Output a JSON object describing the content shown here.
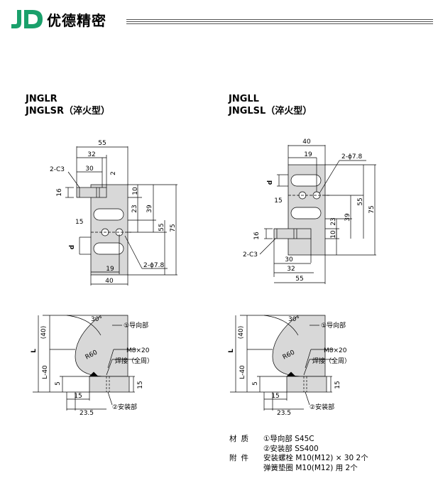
{
  "header": {
    "brand": "优德精密"
  },
  "left_title": {
    "line1": "JNGLR",
    "line2": "JNGLSR（淬火型）"
  },
  "right_title": {
    "line1": "JNGLL",
    "line2": "JNGLSL（淬火型）"
  },
  "left_top": {
    "d55": "55",
    "d32": "32",
    "d30": "30",
    "d2": "2",
    "chamfer": "2-C3",
    "d16": "16",
    "d10": "10",
    "d23": "23",
    "d39": "39",
    "d55v": "55",
    "d75": "75",
    "d15": "15",
    "d": "d",
    "d19": "19",
    "d40": "40",
    "holes": "2-ϕ7.8"
  },
  "right_top": {
    "d40": "40",
    "d19": "19",
    "holes": "2-ϕ7.8",
    "d": "d",
    "d15": "15",
    "d16": "16",
    "chamfer": "2-C3",
    "d30": "30",
    "d32": "32",
    "d55": "55",
    "d10": "10",
    "d23": "23",
    "d39": "39",
    "d55v": "55",
    "d75": "75"
  },
  "side": {
    "angle": "30°",
    "d40": "(40)",
    "L": "L",
    "L40": "L-40",
    "d5": "5",
    "R60": "R60",
    "guide": "①导向部",
    "bolt": "M8×20",
    "weld": "焊接（全周）",
    "d15v": "15",
    "d15": "15",
    "d235": "23.5",
    "mount": "②安装部"
  },
  "spec": {
    "material_key": "材质",
    "material_1": "①导向部 S45C",
    "material_2": "②安装部 SS400",
    "acc_key": "附件",
    "acc_1": "安装螺栓 M10(M12) × 30  2个",
    "acc_2": "弹簧垫圈 M10(M12) 用      2个"
  }
}
